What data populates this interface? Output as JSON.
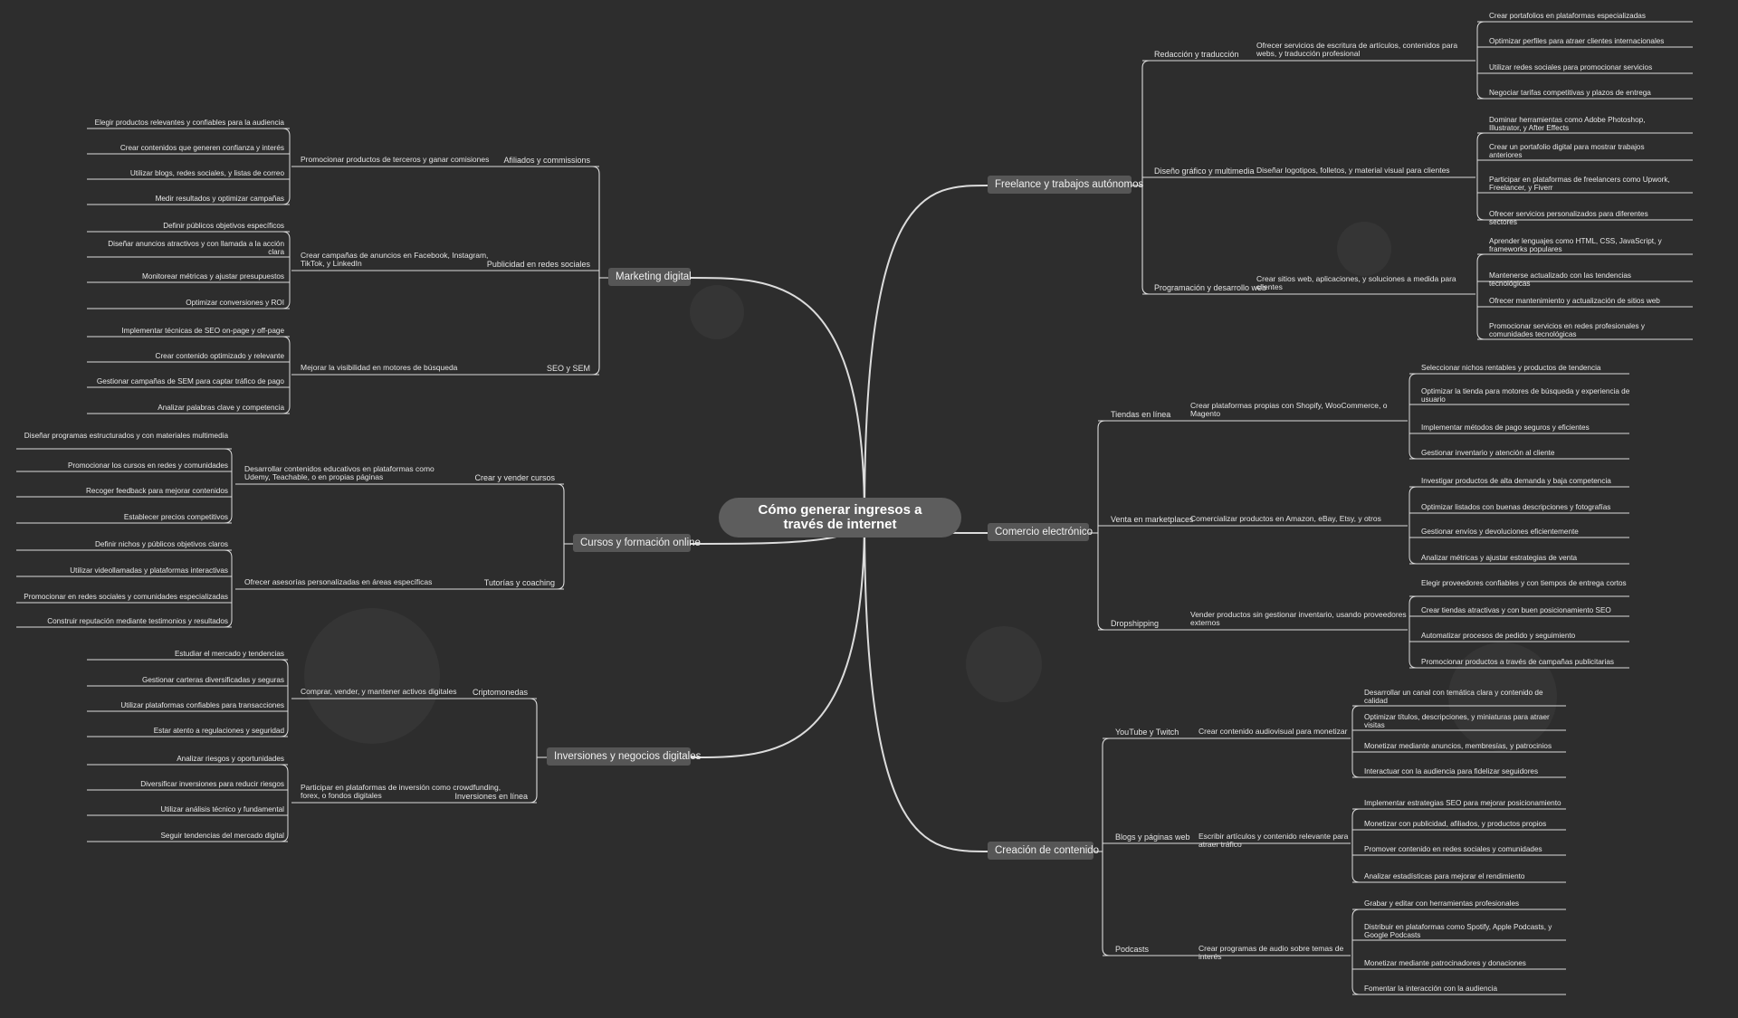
{
  "title": "Cómo generar ingresos a través de internet",
  "branches": [
    {
      "label": "Freelance y trabajos autónomos",
      "children": [
        {
          "label": "Redacción y traducción",
          "desc": "Ofrecer servicios de escritura de artículos, contenidos para webs, y traducción profesional",
          "leaves": [
            "Crear portafolios en plataformas especializadas",
            "Optimizar perfiles para atraer clientes internacionales",
            "Utilizar redes sociales para promocionar servicios",
            "Negociar tarifas competitivas y plazos de entrega"
          ]
        },
        {
          "label": "Diseño gráfico y multimedia",
          "desc": "Diseñar logotipos, folletos, y material visual para clientes",
          "leaves": [
            "Dominar herramientas como Adobe Photoshop, Illustrator, y After Effects",
            "Crear un portafolio digital para mostrar trabajos anteriores",
            "Participar en plataformas de freelancers como Upwork, Freelancer, y Fiverr",
            "Ofrecer servicios personalizados para diferentes sectores"
          ]
        },
        {
          "label": "Programación y desarrollo web",
          "desc": "Crear sitios web, aplicaciones, y soluciones a medida para clientes",
          "leaves": [
            "Aprender lenguajes como HTML, CSS, JavaScript, y frameworks populares",
            "Mantenerse actualizado con las tendencias tecnológicas",
            "Ofrecer mantenimiento y actualización de sitios web",
            "Promocionar servicios en redes profesionales y comunidades tecnológicas"
          ]
        }
      ]
    },
    {
      "label": "Comercio electrónico",
      "children": [
        {
          "label": "Tiendas en línea",
          "desc": "Crear plataformas propias con Shopify, WooCommerce, o Magento",
          "leaves": [
            "Seleccionar nichos rentables y productos de tendencia",
            "Optimizar la tienda para motores de búsqueda y experiencia de usuario",
            "Implementar métodos de pago seguros y eficientes",
            "Gestionar inventario y atención al cliente"
          ]
        },
        {
          "label": "Venta en marketplaces",
          "desc": "Comercializar productos en Amazon, eBay, Etsy, y otros",
          "leaves": [
            "Investigar productos de alta demanda y baja competencia",
            "Optimizar listados con buenas descripciones y fotografías",
            "Gestionar envíos y devoluciones eficientemente",
            "Analizar métricas y ajustar estrategias de venta"
          ]
        },
        {
          "label": "Dropshipping",
          "desc": "Vender productos sin gestionar inventario, usando proveedores externos",
          "leaves": [
            "Elegir proveedores confiables y con tiempos de entrega cortos",
            "Crear tiendas atractivas y con buen posicionamiento SEO",
            "Automatizar procesos de pedido y seguimiento",
            "Promocionar productos a través de campañas publicitarias"
          ]
        }
      ]
    },
    {
      "label": "Creación de contenido",
      "children": [
        {
          "label": "YouTube y Twitch",
          "desc": "Crear contenido audiovisual para monetizar",
          "leaves": [
            "Desarrollar un canal con temática clara y contenido de calidad",
            "Optimizar títulos, descripciones, y miniaturas para atraer visitas",
            "Monetizar mediante anuncios, membresías, y patrocinios",
            "Interactuar con la audiencia para fidelizar seguidores"
          ]
        },
        {
          "label": "Blogs y páginas web",
          "desc": "Escribir artículos y contenido relevante para atraer tráfico",
          "leaves": [
            "Implementar estrategias SEO para mejorar posicionamiento",
            "Monetizar con publicidad, afiliados, y productos propios",
            "Promover contenido en redes sociales y comunidades",
            "Analizar estadísticas para mejorar el rendimiento"
          ]
        },
        {
          "label": "Podcasts",
          "desc": "Crear programas de audio sobre temas de interés",
          "leaves": [
            "Grabar y editar con herramientas profesionales",
            "Distribuir en plataformas como Spotify, Apple Podcasts, y Google Podcasts",
            "Monetizar mediante patrocinadores y donaciones",
            "Fomentar la interacción con la audiencia"
          ]
        }
      ]
    },
    {
      "label": "Marketing digital",
      "children": [
        {
          "label": "Afiliados y commissions",
          "desc": "Promocionar productos de terceros y ganar comisiones",
          "leaves": [
            "Elegir productos relevantes y confiables para la audiencia",
            "Crear contenidos que generen confianza y interés",
            "Utilizar blogs, redes sociales, y listas de correo",
            "Medir resultados y optimizar campañas"
          ]
        },
        {
          "label": "Publicidad en redes sociales",
          "desc": "Crear campañas de anuncios en Facebook, Instagram, TikTok, y LinkedIn",
          "leaves": [
            "Definir públicos objetivos específicos",
            "Diseñar anuncios atractivos y con llamada a la acción clara",
            "Monitorear métricas y ajustar presupuestos",
            "Optimizar conversiones y ROI"
          ]
        },
        {
          "label": "SEO y SEM",
          "desc": "Mejorar la visibilidad en motores de búsqueda",
          "leaves": [
            "Implementar técnicas de SEO on-page y off-page",
            "Crear contenido optimizado y relevante",
            "Gestionar campañas de SEM para captar tráfico de pago",
            "Analizar palabras clave y competencia"
          ]
        }
      ]
    },
    {
      "label": "Cursos y formación online",
      "children": [
        {
          "label": "Crear y vender cursos",
          "desc": "Desarrollar contenidos educativos en plataformas como Udemy, Teachable, o en propias páginas",
          "leaves": [
            "Diseñar programas estructurados y con materiales multimedia",
            "Promocionar los cursos en redes y comunidades",
            "Recoger feedback para mejorar contenidos",
            "Establecer precios competitivos"
          ]
        },
        {
          "label": "Tutorías y coaching",
          "desc": "Ofrecer asesorías personalizadas en áreas específicas",
          "leaves": [
            "Definir nichos y públicos objetivos claros",
            "Utilizar videollamadas y plataformas interactivas",
            "Promocionar en redes sociales y comunidades especializadas",
            "Construir reputación mediante testimonios y resultados"
          ]
        }
      ]
    },
    {
      "label": "Inversiones y negocios digitales",
      "children": [
        {
          "label": "Criptomonedas",
          "desc": "Comprar, vender, y mantener activos digitales",
          "leaves": [
            "Estudiar el mercado y tendencias",
            "Gestionar carteras diversificadas y seguras",
            "Utilizar plataformas confiables para transacciones",
            "Estar atento a regulaciones y seguridad"
          ]
        },
        {
          "label": "Inversiones en línea",
          "desc": "Participar en plataformas de inversión como crowdfunding, forex, o fondos digitales",
          "leaves": [
            "Analizar riesgos y oportunidades",
            "Diversificar inversiones para reducir riesgos",
            "Utilizar análisis técnico y fundamental",
            "Seguir tendencias del mercado digital"
          ]
        }
      ]
    }
  ]
}
